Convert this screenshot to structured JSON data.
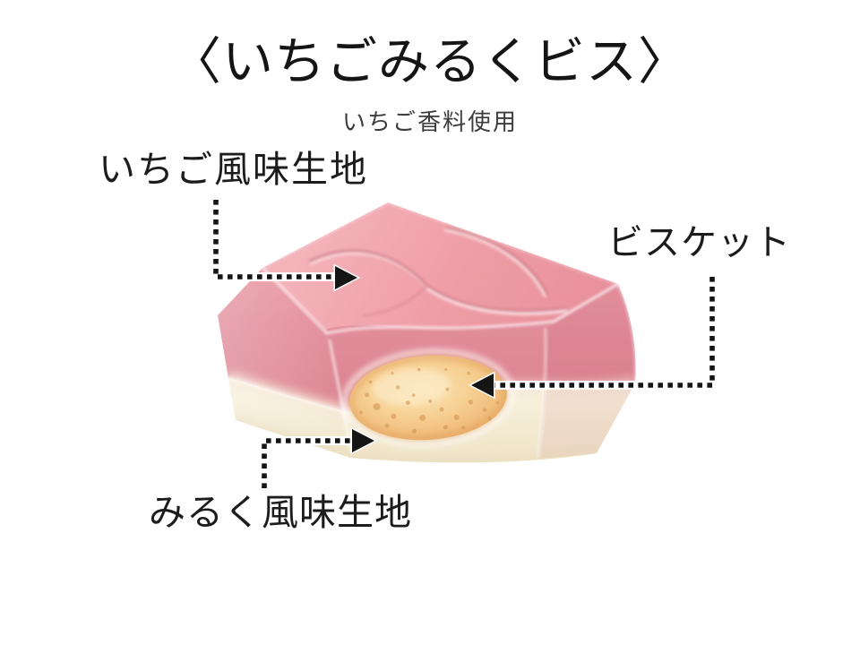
{
  "title": {
    "text": "〈いちごみるくビス〉"
  },
  "subtitle": {
    "text": "いちご香料使用"
  },
  "callouts": {
    "strawberry": {
      "label": "いちご風味生地"
    },
    "biscuit": {
      "label": "ビスケット"
    },
    "milk": {
      "label": "みるく風味生地"
    }
  },
  "colors": {
    "strawberry_chocolate": "#ee9aa3",
    "strawberry_cross_section": "#dd8390",
    "milk_chocolate_cream": "#f6eed8",
    "biscuit_tan": "#f2c88c",
    "arrow_dots": "#151515",
    "text": "#151515"
  }
}
